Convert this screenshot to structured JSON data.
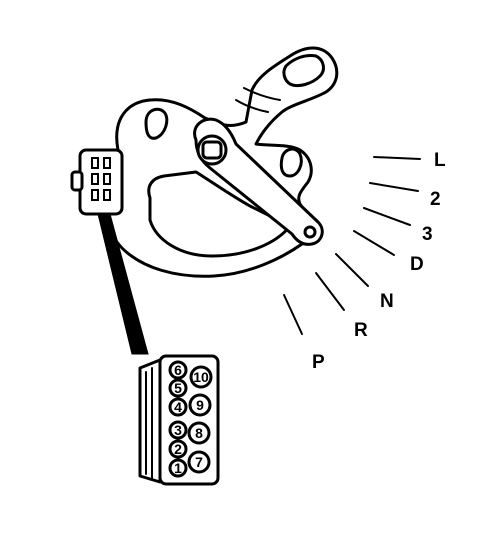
{
  "gear_positions": [
    "L",
    "2",
    "3",
    "D",
    "N",
    "R",
    "P"
  ],
  "connector_pins": {
    "left_column": [
      "6",
      "5",
      "4",
      "3",
      "2",
      "1"
    ],
    "right_column": [
      "10",
      "9",
      "8",
      "7"
    ]
  },
  "colors": {
    "ink": "#000000",
    "paper": "#ffffff"
  }
}
